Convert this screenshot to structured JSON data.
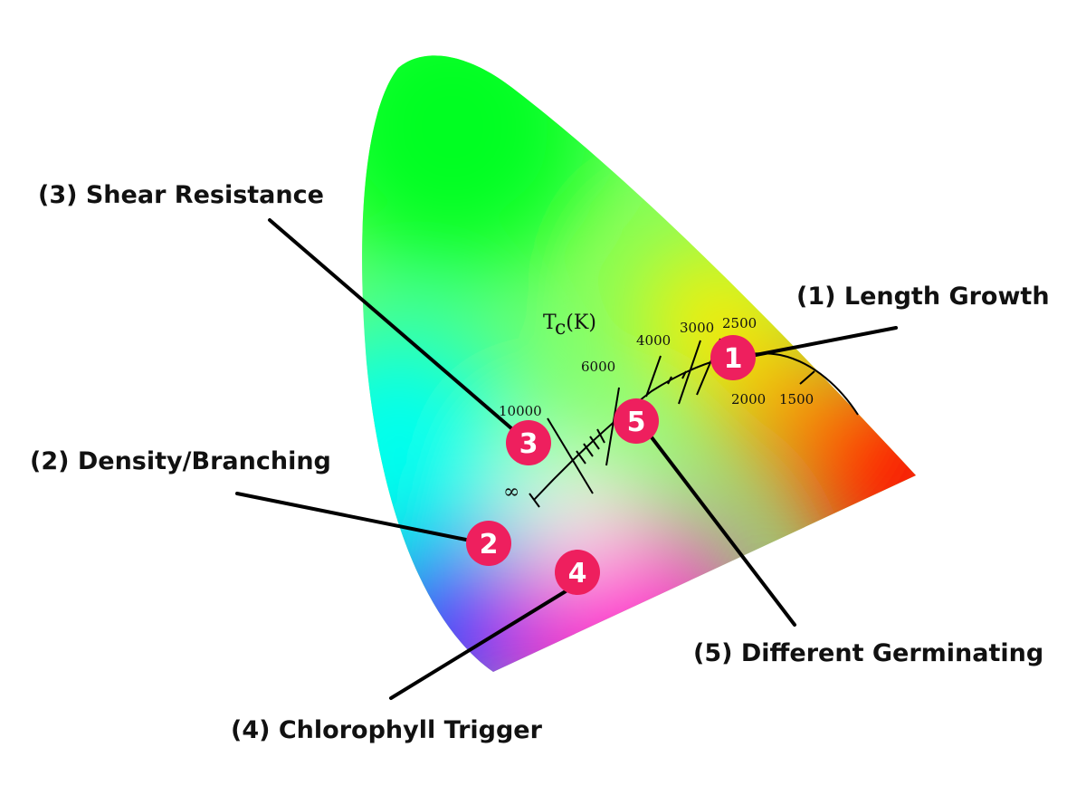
{
  "diagram": {
    "colors": {
      "marker_fill": "#ee1f5e",
      "marker_text": "#ffffff",
      "lines": "#000000",
      "green": "#00ff22",
      "cyan": "#00ffee",
      "blue": "#1a3cff",
      "magenta": "#ff00cc",
      "red": "#ff0000",
      "yellow": "#ffee00"
    },
    "locus_title": {
      "main": "T",
      "sub": "c",
      "unit": "(K)"
    },
    "temperature_labels": [
      "10000",
      "6000",
      "4000",
      "3000",
      "2500",
      "2000",
      "1500",
      "∞"
    ],
    "markers": [
      {
        "number": "1",
        "label": "(1) Length Growth"
      },
      {
        "number": "2",
        "label": "(2) Density/Branching"
      },
      {
        "number": "3",
        "label": "(3) Shear Resistance"
      },
      {
        "number": "4",
        "label": "(4) Chlorophyll Trigger"
      },
      {
        "number": "5",
        "label": "(5) Different Germinating"
      }
    ]
  }
}
